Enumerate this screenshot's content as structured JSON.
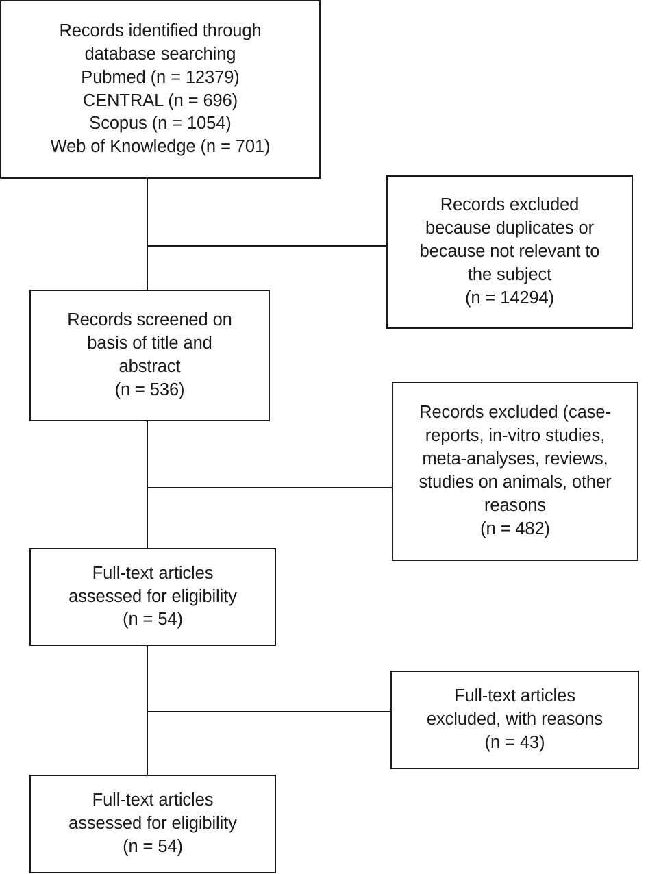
{
  "diagram": {
    "type": "prisma-flow-diagram",
    "title": "PRISMA study selection flow diagram",
    "line_color": "#1a1a1a",
    "background_color": "#ffffff",
    "nodes": [
      {
        "id": "identification",
        "column": "left",
        "label": "Records identified through database searching",
        "text": "Records identified through\ndatabase searching\nPubmed (n = 12379)\nCENTRAL (n = 696)\nScopus (n = 1054)\nWeb of Knowledge (n = 701)",
        "lines": [
          "Records identified through",
          "database searching",
          "Pubmed (n = 12379)",
          "CENTRAL (n = 696)",
          "Scopus (n = 1054)",
          "Web of Knowledge (n = 701)"
        ],
        "sources": [
          {
            "name": "Pubmed",
            "n": 12379
          },
          {
            "name": "CENTRAL",
            "n": 696
          },
          {
            "name": "Scopus",
            "n": 1054
          },
          {
            "name": "Web of Knowledge",
            "n": 701
          }
        ]
      },
      {
        "id": "excluded-duplicates",
        "column": "right",
        "label": "Records excluded because duplicates or not relevant",
        "text": "Records excluded\nbecause duplicates or\nbecause not relevant to\nthe subject\n(n = 14294)",
        "lines": [
          "Records excluded",
          "because duplicates or",
          "because not relevant to",
          "the subject",
          "(n = 14294)"
        ],
        "n": 14294
      },
      {
        "id": "screened",
        "column": "left",
        "label": "Records screened on basis of title and abstract",
        "text": "Records screened on\nbasis of title and\nabstract\n(n = 536)",
        "lines": [
          "Records screened on",
          "basis of title and",
          "abstract",
          "(n = 536)"
        ],
        "n": 536
      },
      {
        "id": "excluded-reasons",
        "column": "right",
        "label": "Records excluded (case-reports, in-vitro studies, meta-analyses, reviews, studies on animals, other reasons)",
        "text": "Records excluded (case-\nreports, in-vitro studies,\nmeta-analyses, reviews,\nstudies on animals, other\nreasons\n(n = 482)",
        "lines": [
          "Records excluded (case-",
          "reports, in-vitro studies,",
          "meta-analyses, reviews,",
          "studies on animals, other",
          "reasons",
          "(n = 482)"
        ],
        "n": 482
      },
      {
        "id": "fulltext-assessed",
        "column": "left",
        "label": "Full-text articles assessed for eligibility",
        "text": "Full-text articles\nassessed for eligibility\n(n = 54)",
        "lines": [
          "Full-text articles",
          "assessed for eligibility",
          "(n = 54)"
        ],
        "n": 54
      },
      {
        "id": "fulltext-excluded",
        "column": "right",
        "label": "Full-text articles excluded, with reasons",
        "text": "Full-text articles\nexcluded, with reasons\n(n = 43)",
        "lines": [
          "Full-text articles",
          "excluded, with reasons",
          "(n = 43)"
        ],
        "n": 43
      },
      {
        "id": "included",
        "column": "left",
        "label": "Full-text articles assessed for eligibility (included)",
        "text": "Full-text articles\nassessed for eligibility\n(n = 54)",
        "lines": [
          "Full-text articles",
          "assessed for eligibility",
          "(n = 54)"
        ],
        "n": 54
      }
    ]
  }
}
